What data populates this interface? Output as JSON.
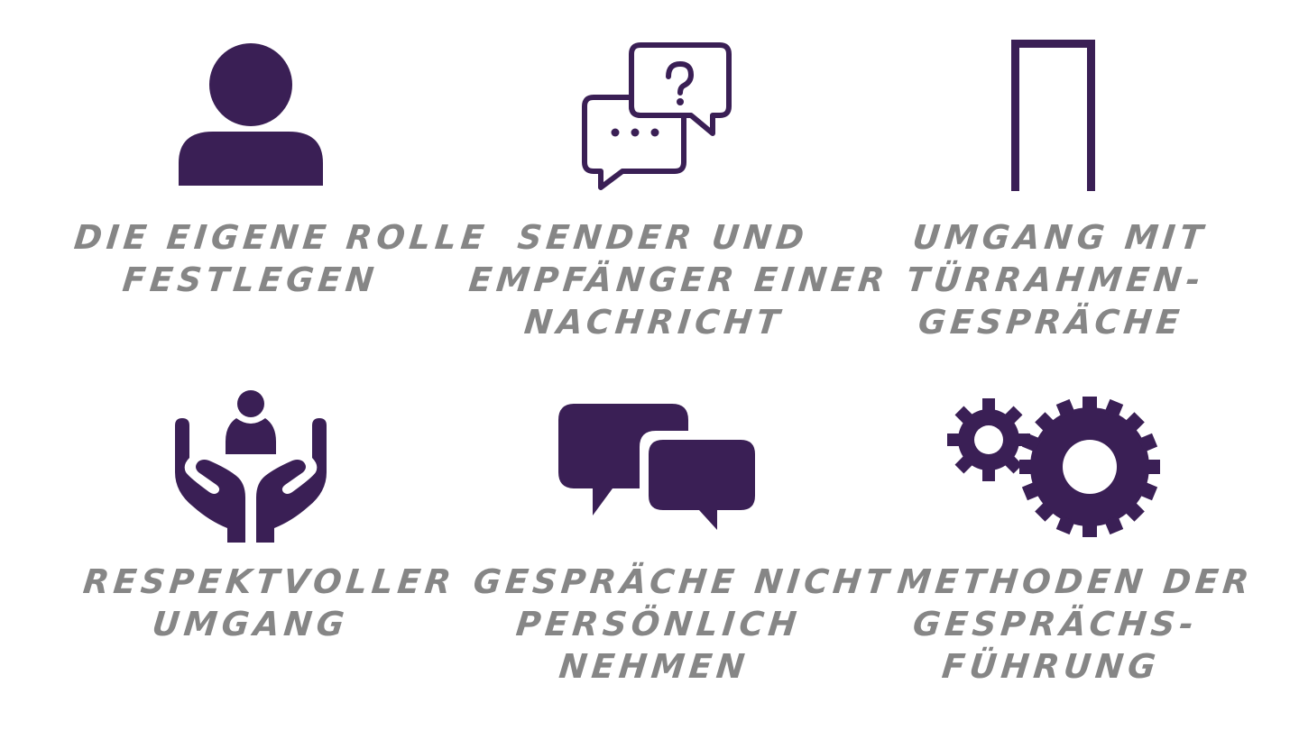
{
  "colors": {
    "icon": "#3a1f55",
    "label": "#868686",
    "background": "#ffffff"
  },
  "items": [
    {
      "icon": "person-icon",
      "lines": [
        "DIE EIGENE ROLLE",
        "FESTLEGEN"
      ]
    },
    {
      "icon": "chat-question-outline-icon",
      "lines": [
        "SENDER UND",
        "EMPFÄNGER EINER",
        "NACHRICHT"
      ]
    },
    {
      "icon": "door-frame-icon",
      "lines": [
        "UMGANG MIT",
        "TÜRRAHMEN-",
        "GESPRÄCHE"
      ]
    },
    {
      "icon": "hands-holding-person-icon",
      "lines": [
        "RESPEKTVOLLER",
        "UMGANG"
      ]
    },
    {
      "icon": "speech-bubbles-filled-icon",
      "lines": [
        "GESPRÄCHE NICHT",
        "PERSÖNLICH",
        "NEHMEN"
      ]
    },
    {
      "icon": "gears-icon",
      "lines": [
        "METHODEN DER",
        "GESPRÄCHS-",
        "FÜHRUNG"
      ]
    }
  ]
}
